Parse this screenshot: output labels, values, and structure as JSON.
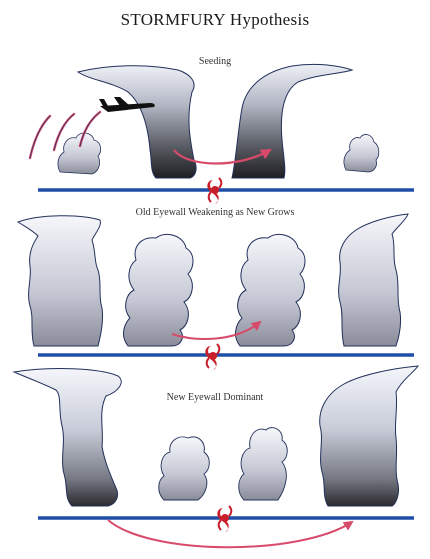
{
  "title": "STORMFURY  Hypothesis",
  "panels": [
    {
      "label": "Seeding"
    },
    {
      "label": "Old Eyewall Weakening as New Grows"
    },
    {
      "label": "New Eyewall Dominant"
    }
  ],
  "colors": {
    "ground_line": "#1f4ea8",
    "cloud_top": "#f4f6fb",
    "cloud_bottom": "#2a2a2f",
    "cloud_outline": "#22305a",
    "arrow": "#d84a6a",
    "symbol": "#c81e2a",
    "aircraft": "#111111"
  },
  "icons": [
    "hurricane-symbol-icon",
    "aircraft-icon",
    "wind-arrow-icon"
  ]
}
